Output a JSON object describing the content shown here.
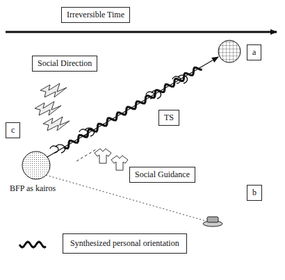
{
  "diagram": {
    "nodes": [
      {
        "text": [
          "Irreversible Time"
        ]
      },
      {
        "text": [
          "Social Direction"
        ]
      },
      {
        "text": [
          "a"
        ]
      },
      {
        "text": [
          "TS"
        ]
      },
      {
        "text": [
          "c"
        ]
      },
      {
        "text": [
          "b"
        ]
      },
      {
        "text": [
          "Social Guidance"
        ]
      }
    ],
    "labels": [
      "BFP as kairos"
    ],
    "legend": [
      {
        "text": "Synthesized personal orientation"
      }
    ]
  }
}
